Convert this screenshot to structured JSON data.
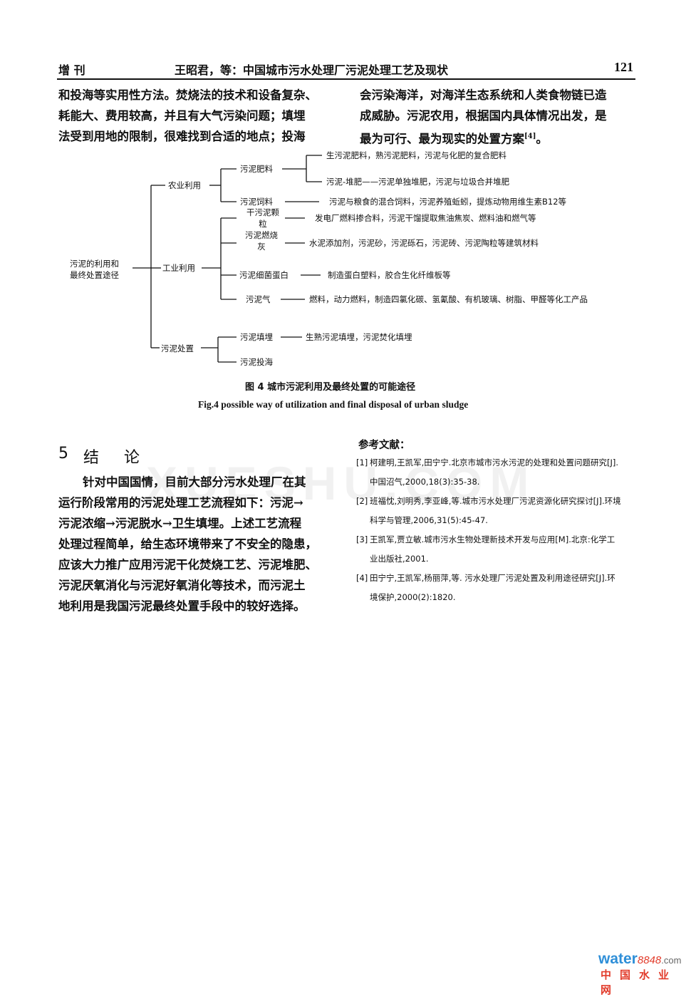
{
  "header": {
    "left": "增 刊",
    "center": "王昭君，等：中国城市污水处理厂污泥处理工艺及现状",
    "page_number": "121"
  },
  "intro": {
    "left_text": "和投海等实用性方法。焚烧法的技术和设备复杂、\n耗能大、费用较高，并且有大气污染问题；填埋\n法受到用地的限制，很难找到合适的地点；投海",
    "right_text": "会污染海洋，对海洋生态系统和人类食物链已造\n成威胁。污泥农用，根据国内具体情况出发，是\n最为可行、最为现实的处置方案",
    "right_cite": "[4]",
    "right_end": "。"
  },
  "diagram": {
    "root": "污泥的利用和\n最终处置途径",
    "agri": "农业利用",
    "indus": "工业利用",
    "disp": "污泥处置",
    "fertilizer": "污泥肥料",
    "fert_detail_1": "生污泥肥料，熟污泥肥料，污泥与化肥的复合肥料",
    "fert_detail_2": "污泥-堆肥——污泥单独堆肥，污泥与垃圾合并堆肥",
    "feed": "污泥饲料",
    "feed_detail": "污泥与粮食的混合饲料，污泥养殖蚯蚓，提炼动物用维生素B12等",
    "dry": "干污泥颗\n粒",
    "dry_detail": "发电厂燃料掺合料，污泥干馏提取焦油焦炭、燃料油和燃气等",
    "ash": "污泥燃烧\n灰",
    "ash_detail": "水泥添加剂，污泥砂，污泥砾石，污泥砖、污泥陶粒等建筑材料",
    "protein": "污泥细菌蛋白",
    "protein_detail": "制造蛋白塑料，胶合生化纤维板等",
    "gas": "污泥气",
    "gas_detail": "燃料，动力燃料，制造四氯化碳、氢氰酸、有机玻璃、树脂、甲醛等化工产品",
    "landfill": "污泥填埋",
    "landfill_detail": "生熟污泥填埋，污泥焚化填埋",
    "ocean": "污泥投海"
  },
  "figure": {
    "caption_zh": "图 4   城市污泥利用及最终处置的可能途径",
    "caption_en": "Fig.4   possible way of utilization and final disposal of urban sludge"
  },
  "section": {
    "number": "5",
    "title": "结 论",
    "body": "针对中国国情，目前大部分污水处理厂在其\n运行阶段常用的污泥处理工艺流程如下：污泥→\n污泥浓缩→污泥脱水→卫生填埋。上述工艺流程\n处理过程简单，给生态环境带来了不安全的隐患，\n应该大力推广应用污泥干化焚烧工艺、污泥堆肥、\n污泥厌氧消化与污泥好氧消化等技术，而污泥土\n地利用是我国污泥最终处置手段中的较好选择。"
  },
  "references": {
    "title": "参考文献：",
    "items": [
      {
        "num": "[1]",
        "text": "柯建明,王凯军,田宁宁.北京市城市污水污泥的处理和处置问题研究[J].中国沼气,2000,18(3):35-38."
      },
      {
        "num": "[2]",
        "text": "班福忱,刘明秀,李亚峰,等.城市污水处理厂污泥资源化研究探讨[J].环境科学与管理,2006,31(5):45-47."
      },
      {
        "num": "[3]",
        "text": "王凯军,贾立敏.城市污水生物处理新技术开发与应用[M].北京:化学工业出版社,2001."
      },
      {
        "num": "[4]",
        "text": "田宁宁,王凯军,杨丽萍,等. 污水处理厂污泥处置及利用途径研究[J].环境保护,2000(2):1820."
      }
    ]
  },
  "watermark": "XUESHU.COM",
  "logo": {
    "water": "water",
    "number": "8848",
    "suffix": ".com",
    "chinese": "中国水业网"
  }
}
